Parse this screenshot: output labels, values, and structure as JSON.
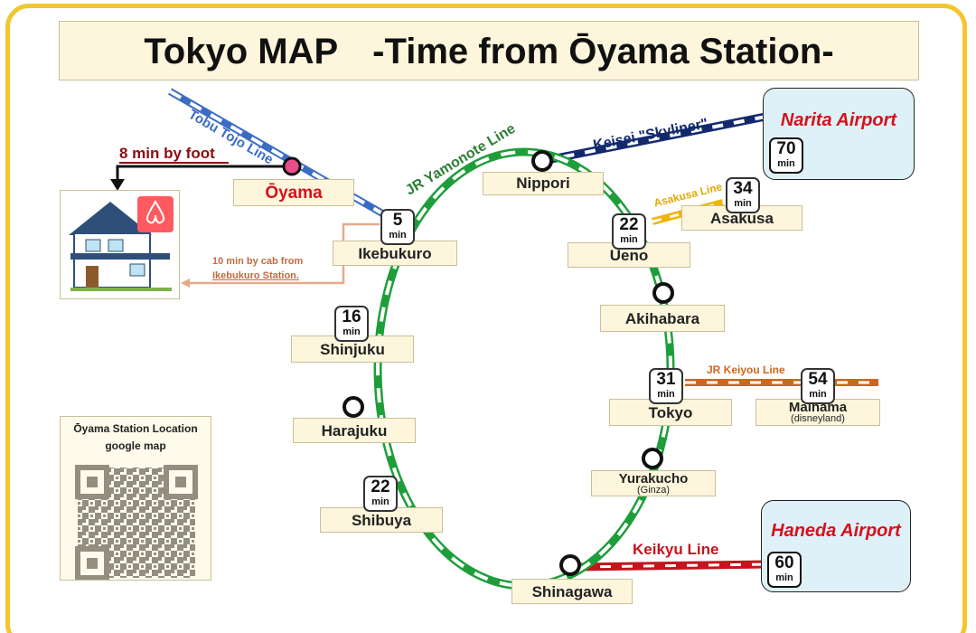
{
  "title": {
    "main": "Tokyo MAP",
    "sub": "-Time from Ōyama Station-"
  },
  "lines": {
    "tobu": "Tobu Tojo Line",
    "yamanote": "JR Yamonote Line",
    "keisei": "Keisei \"Skyliner\"",
    "asakusa": "Asakusa Line",
    "keiyou": "JR Keiyou Line",
    "keikyu": "Keikyu Line"
  },
  "walk": {
    "text": "8 min by foot"
  },
  "cab": {
    "line1": "10 min by cab from",
    "line2": "Ikebukuro Station."
  },
  "home_station": "Ōyama",
  "stations": {
    "nippori": "Nippori",
    "ikebukuro": "Ikebukuro",
    "ueno": "Ueno",
    "asakusa": "Asakusa",
    "akihabara": "Akihabara",
    "shinjuku": "Shinjuku",
    "harajuku": "Harajuku",
    "tokyo": "Tokyo",
    "maihama": "Maihama",
    "maihama_sub": "(disneyland)",
    "yurakucho": "Yurakucho",
    "yurakucho_sub": "(Ginza)",
    "shibuya": "Shibuya",
    "shinagawa": "Shinagawa"
  },
  "unit": "min",
  "times": {
    "ikebukuro": "5",
    "ueno": "22",
    "asakusa": "34",
    "shinjuku": "16",
    "tokyo": "31",
    "maihama": "54",
    "shibuya": "22",
    "narita": "70",
    "haneda": "60"
  },
  "airports": {
    "narita": "Narita Airport",
    "haneda": "Haneda Airport"
  },
  "airbnb": {
    "logo_text": "airbnb"
  },
  "qr": {
    "line1": "Ōyama Station Location",
    "line2": "google map"
  },
  "colors": {
    "frame": "#f2c62f",
    "yamanote": "#1e9e3a",
    "tobu": "#3b6cc4",
    "keisei": "#13296e",
    "asakusa": "#f0b400",
    "keiyou": "#d3651a",
    "keikyu": "#c4141c",
    "airport_text": "#d8101c",
    "walk": "#8b0d12"
  },
  "icons": [
    "house-icon",
    "airbnb-logo-icon",
    "airplane-icon",
    "control-tower-icon",
    "qr-code-icon",
    "arrow-icon"
  ]
}
